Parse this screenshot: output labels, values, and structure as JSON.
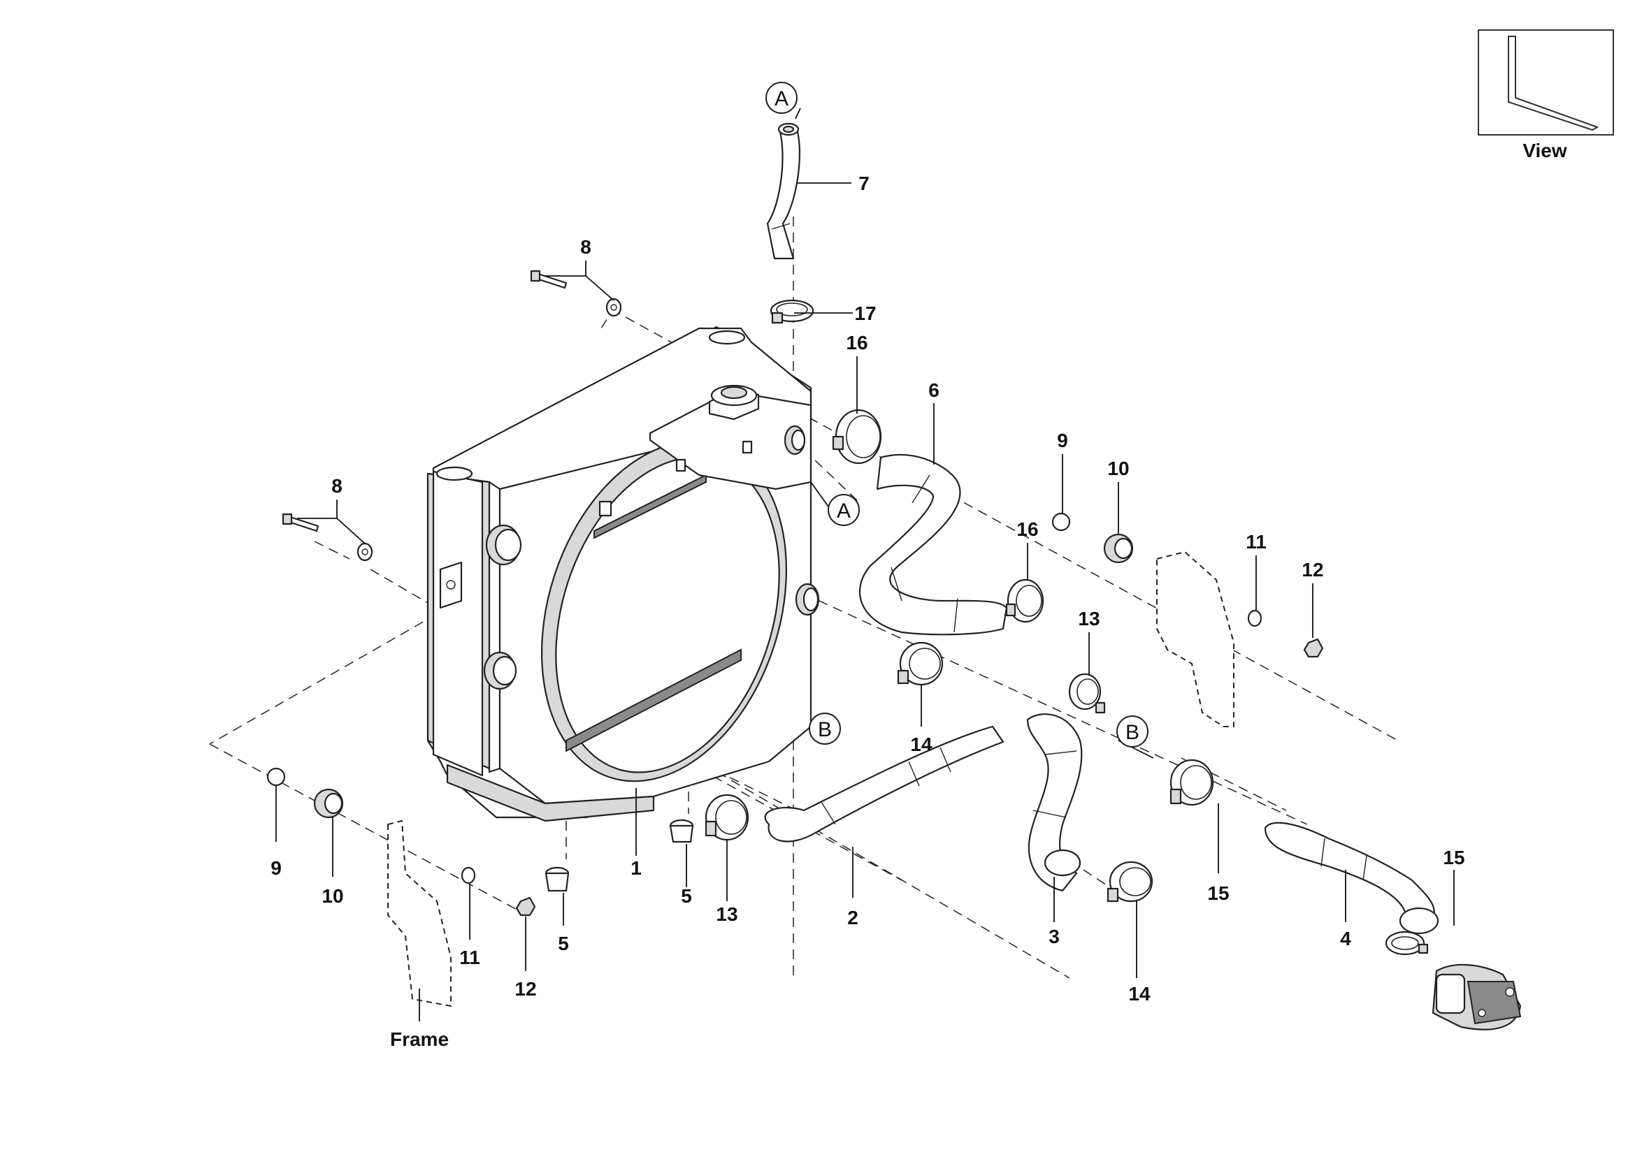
{
  "diagram": {
    "callouts": {
      "p1": "1",
      "p2": "2",
      "p3": "3",
      "p4": "4",
      "p5a": "5",
      "p5b": "5",
      "p6": "6",
      "p7": "7",
      "p8a": "8",
      "p8b": "8",
      "p9a": "9",
      "p9b": "9",
      "p10a": "10",
      "p10b": "10",
      "p11a": "11",
      "p11b": "11",
      "p12a": "12",
      "p12b": "12",
      "p13a": "13",
      "p13b": "13",
      "p14a": "14",
      "p14b": "14",
      "p15a": "15",
      "p15b": "15",
      "p16a": "16",
      "p16b": "16",
      "p17": "17"
    },
    "refs": {
      "a_top": "A",
      "a_mid": "A",
      "b_left": "B",
      "b_right": "B"
    },
    "frame_label": "Frame",
    "view_label": "View"
  }
}
